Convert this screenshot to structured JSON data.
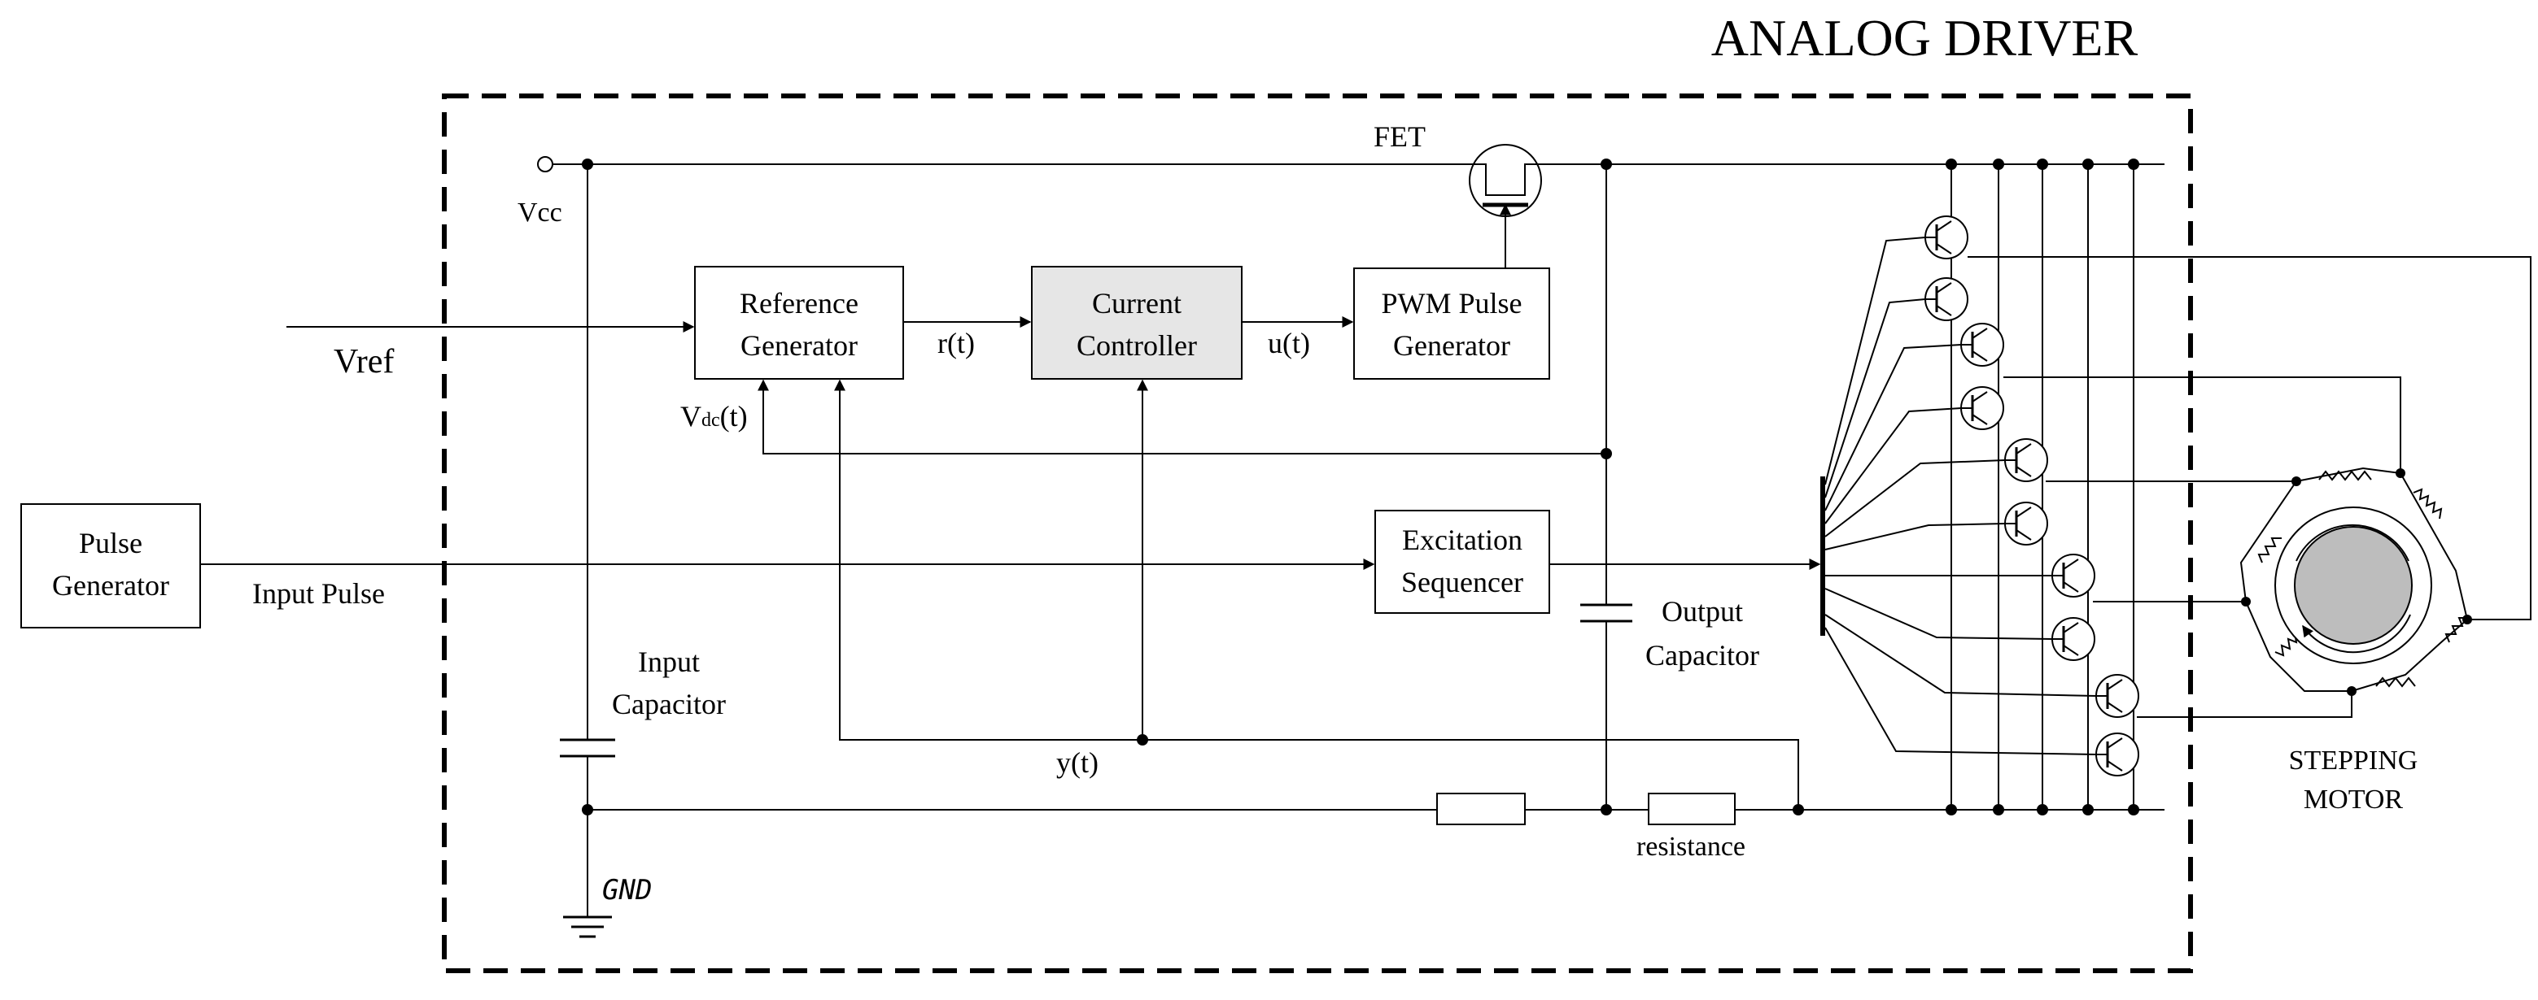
{
  "title": "ANALOG DRIVER",
  "blocks": {
    "pulse_generator": [
      "Pulse",
      "Generator"
    ],
    "reference_generator": [
      "Reference",
      "Generator"
    ],
    "current_controller": [
      "Current",
      "Controller"
    ],
    "pwm_pulse_generator": [
      "PWM Pulse",
      "Generator"
    ],
    "excitation_sequencer": [
      "Excitation",
      "Sequencer"
    ]
  },
  "labels": {
    "vcc": "Vcc",
    "vref": "Vref",
    "input_pulse": "Input Pulse",
    "fet": "FET",
    "r_t": "r(t)",
    "u_t": "u(t)",
    "y_t": "y(t)",
    "vdc_main": "V",
    "vdc_sub": "dc",
    "vdc_suffix": "(t)",
    "input_capacitor": [
      "Input",
      "Capacitor"
    ],
    "output_capacitor": [
      "Output",
      "Capacitor"
    ],
    "resistance": "resistance",
    "gnd": "GND",
    "stepping_motor": [
      "STEPPING",
      "MOTOR"
    ]
  }
}
